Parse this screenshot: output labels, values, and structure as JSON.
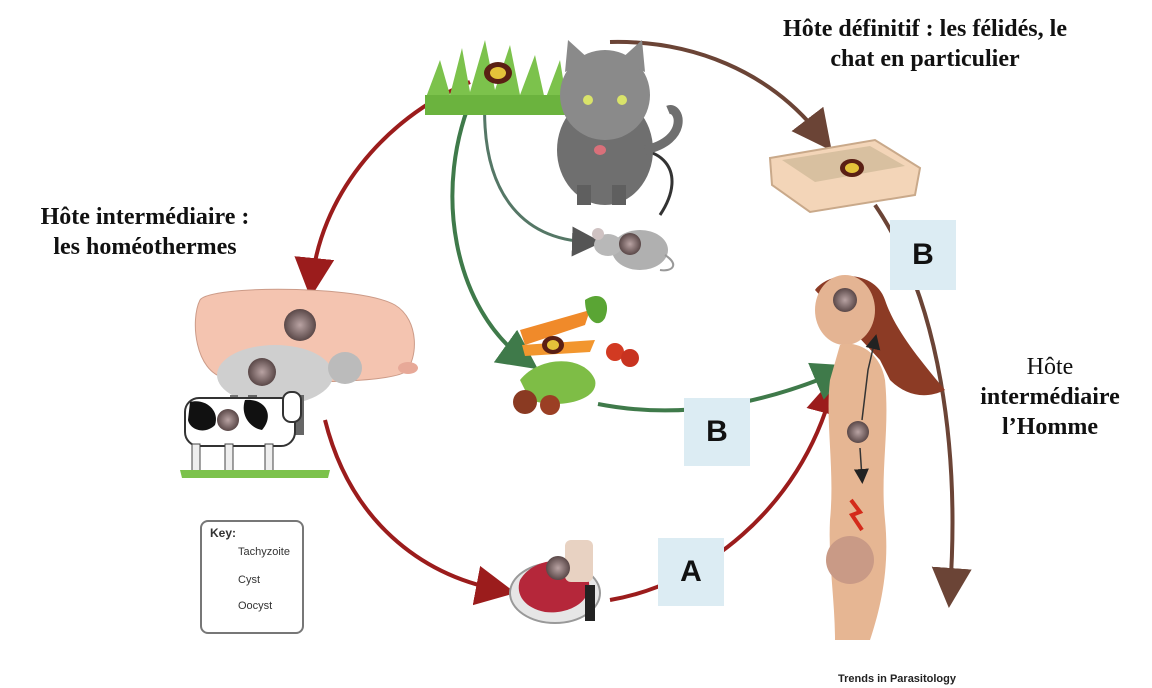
{
  "labels": {
    "definitive_host_line1": "Hôte définitif : les félidés, le",
    "definitive_host_line2": "chat en particulier",
    "intermediate_host_line1": "Hôte intermédiaire :",
    "intermediate_host_line2": "les homéothermes",
    "human_host_line1": "Hôte",
    "human_host_line2": "intermédiaire",
    "human_host_line3": "l’Homme"
  },
  "route_boxes": {
    "top_right": "B",
    "middle": "B",
    "bottom": "A"
  },
  "key": {
    "title": "Key:",
    "items": [
      "Tachyzoite",
      "Cyst",
      "Oocyst"
    ]
  },
  "credit": "Trends in Parasitology",
  "colors": {
    "red_arrow": "#9b1c1c",
    "green_arrow": "#3f7a4a",
    "brown_arrow": "#6b4436",
    "box_fill": "#dcecf3"
  }
}
